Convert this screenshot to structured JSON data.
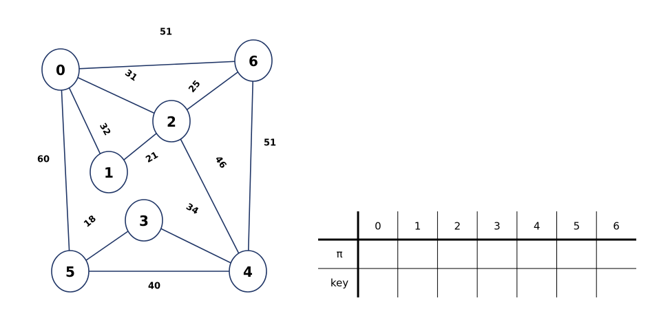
{
  "graph": {
    "nodes": [
      {
        "id": "0",
        "label": "0"
      },
      {
        "id": "1",
        "label": "1"
      },
      {
        "id": "2",
        "label": "2"
      },
      {
        "id": "3",
        "label": "3"
      },
      {
        "id": "4",
        "label": "4"
      },
      {
        "id": "5",
        "label": "5"
      },
      {
        "id": "6",
        "label": "6"
      }
    ],
    "edges": [
      {
        "from": "0",
        "to": "6",
        "weight": "51"
      },
      {
        "from": "0",
        "to": "2",
        "weight": "31"
      },
      {
        "from": "0",
        "to": "1",
        "weight": "32"
      },
      {
        "from": "0",
        "to": "5",
        "weight": "60"
      },
      {
        "from": "2",
        "to": "6",
        "weight": "25"
      },
      {
        "from": "1",
        "to": "2",
        "weight": "21"
      },
      {
        "from": "2",
        "to": "4",
        "weight": "46"
      },
      {
        "from": "6",
        "to": "4",
        "weight": "51"
      },
      {
        "from": "3",
        "to": "5",
        "weight": "18"
      },
      {
        "from": "3",
        "to": "4",
        "weight": "34"
      },
      {
        "from": "5",
        "to": "4",
        "weight": "40"
      }
    ],
    "colors": {
      "edge": "#1f3566",
      "node_stroke": "#1f3566",
      "table_line": "#000000"
    }
  },
  "table": {
    "columns": [
      "0",
      "1",
      "2",
      "3",
      "4",
      "5",
      "6"
    ],
    "rows": [
      {
        "label": "π",
        "cells": [
          "",
          "",
          "",
          "",
          "",
          "",
          ""
        ]
      },
      {
        "label": "key",
        "cells": [
          "",
          "",
          "",
          "",
          "",
          "",
          ""
        ]
      }
    ]
  }
}
